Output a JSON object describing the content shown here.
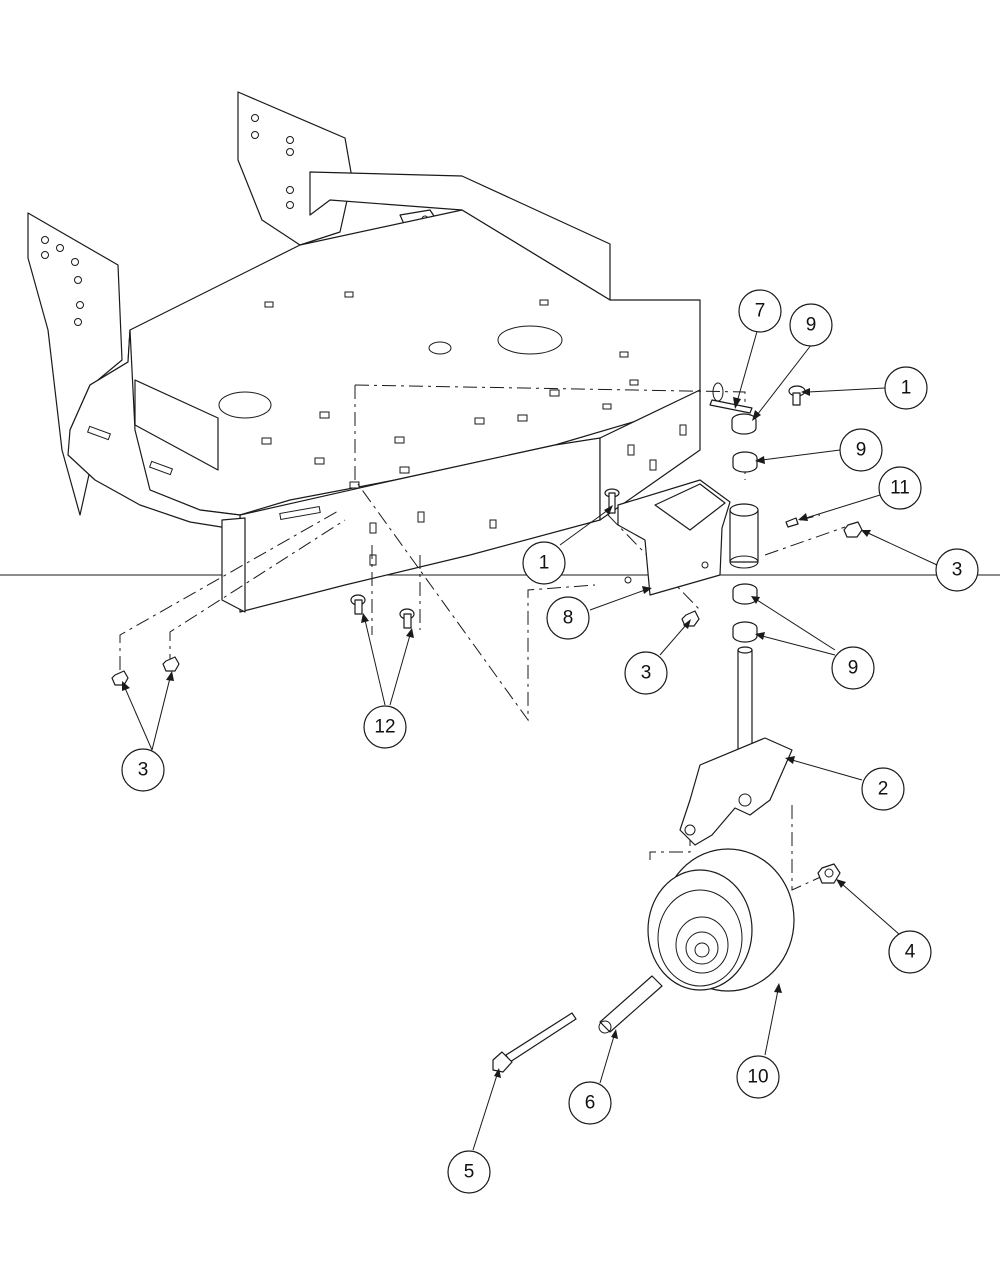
{
  "callouts": [
    {
      "id": "c1a",
      "label": "1"
    },
    {
      "id": "c1b",
      "label": "1"
    },
    {
      "id": "c2",
      "label": "2"
    },
    {
      "id": "c3a",
      "label": "3"
    },
    {
      "id": "c3b",
      "label": "3"
    },
    {
      "id": "c3c",
      "label": "3"
    },
    {
      "id": "c4",
      "label": "4"
    },
    {
      "id": "c5",
      "label": "5"
    },
    {
      "id": "c6",
      "label": "6"
    },
    {
      "id": "c7",
      "label": "7"
    },
    {
      "id": "c8",
      "label": "8"
    },
    {
      "id": "c9a",
      "label": "9"
    },
    {
      "id": "c9b",
      "label": "9"
    },
    {
      "id": "c9c",
      "label": "9"
    },
    {
      "id": "c10",
      "label": "10"
    },
    {
      "id": "c11",
      "label": "11"
    },
    {
      "id": "c12",
      "label": "12"
    }
  ]
}
